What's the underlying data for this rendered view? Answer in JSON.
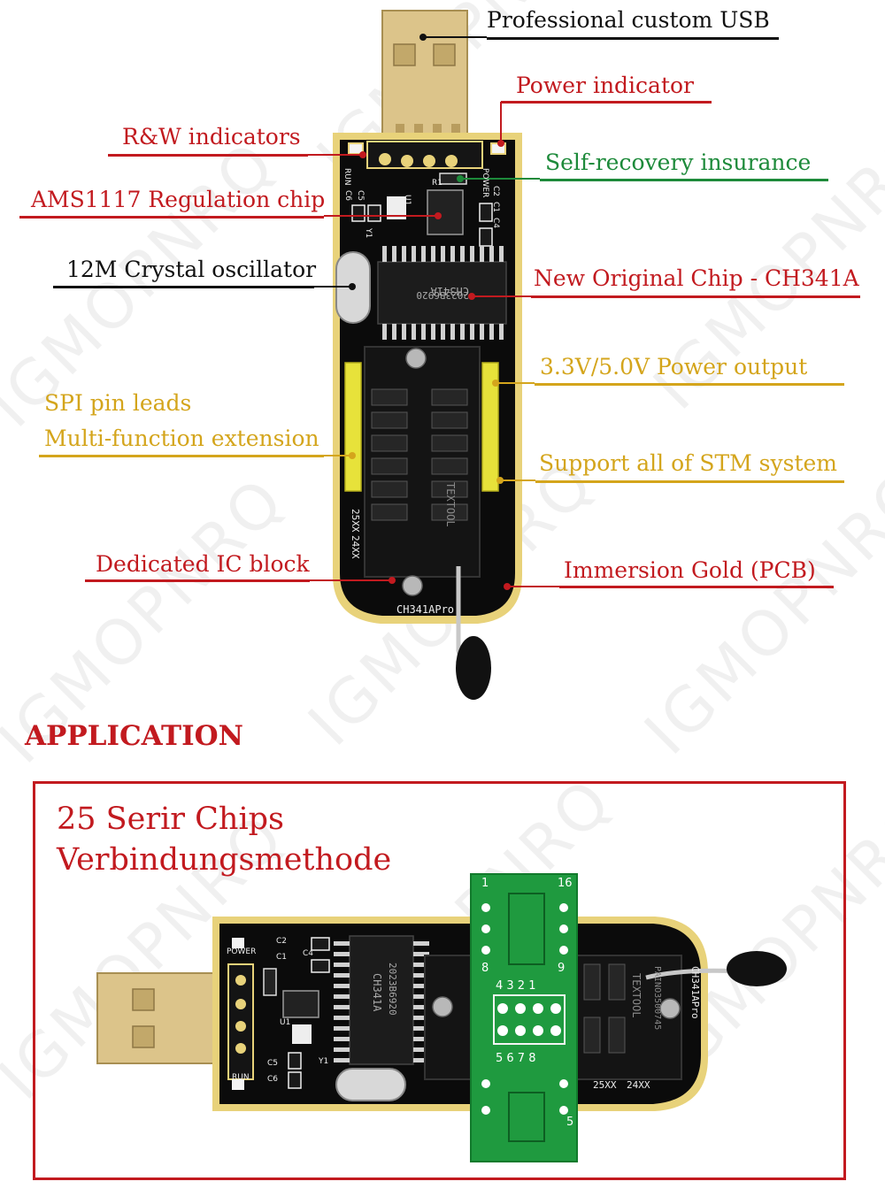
{
  "colors": {
    "black": "#111111",
    "red": "#c21a1f",
    "green": "#1d8a3a",
    "gold": "#d4a51c",
    "pcb": "#0b0b0b",
    "pcb_border": "#e8d27a",
    "usb_gold": "#dcc48a"
  },
  "callouts": {
    "usb": "Professional custom USB",
    "power_indicator": "Power indicator",
    "rw_indicators": "R&W indicators",
    "self_recovery": "Self-recovery insurance",
    "ams1117": "AMS1117 Regulation chip",
    "crystal": "12M Crystal oscillator",
    "ch341a": "New Original Chip - CH341A",
    "power_output": "3.3V/5.0V Power output",
    "spi_leads": "SPI pin leads",
    "multi_function": "Multi-function extension",
    "stm_support": "Support all of STM system",
    "ic_block": "Dedicated IC block",
    "immersion_gold": "Immersion Gold (PCB)"
  },
  "application": {
    "title": "APPLICATION",
    "heading_line1": "25 Serir Chips",
    "heading_line2": "Verbindungsmethode"
  },
  "board_text": {
    "run": "RUN",
    "power": "POWER",
    "chip_name": "CH341A",
    "chip_code": "2023B6920",
    "model": "CH341APro",
    "socket": "TEXTOOL",
    "socket_code": "PAINO3500745",
    "series_25": "25XX",
    "series_24": "24XX",
    "r1": "R1",
    "c1": "C1",
    "c2": "C2",
    "c4": "C4",
    "c5": "C5",
    "c6": "C6",
    "u1": "U1",
    "y1": "Y1",
    "adapter_pin_1": "1",
    "adapter_pin_16": "16",
    "adapter_pin_8": "8",
    "adapter_pin_9": "9",
    "adapter_row_top": "4 3 2 1",
    "adapter_row_bottom": "5 6 7 8",
    "adapter_pin_5": "5"
  },
  "watermark": "IGMOPNRQ"
}
